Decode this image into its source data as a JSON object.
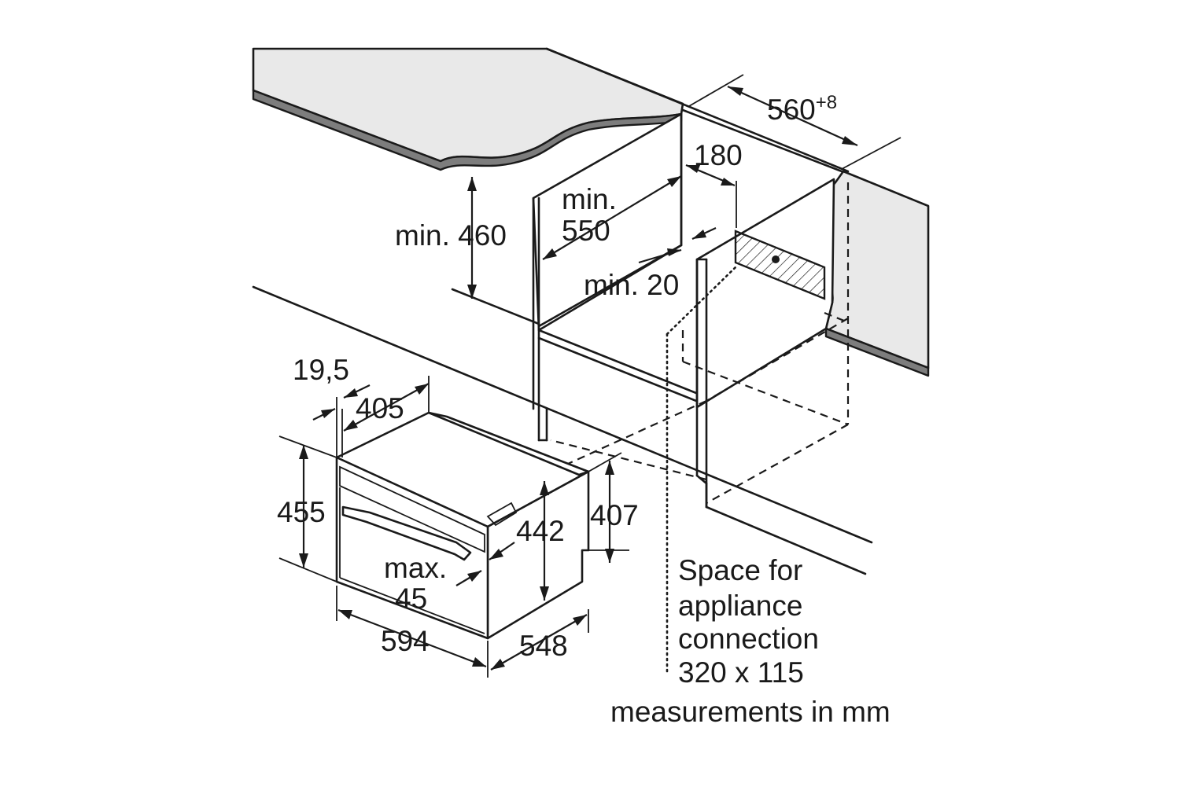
{
  "diagram": {
    "labels": {
      "niche_width_base": "560",
      "niche_width_tol": "+8",
      "rear_gap": "180",
      "min_depth_line1": "min.",
      "min_depth_line2": "550",
      "min_height": "min. 460",
      "min_gap": "min. 20",
      "front_offset": "19,5",
      "top_depth": "405",
      "front_height": "455",
      "body_height": "407",
      "cavity_height": "442",
      "handle_line1": "max.",
      "handle_line2": "45",
      "width": "594",
      "depth": "548"
    },
    "connection_note": [
      "Space for",
      "appliance",
      "connection",
      "320 x 115"
    ],
    "units_note": "measurements in mm"
  }
}
